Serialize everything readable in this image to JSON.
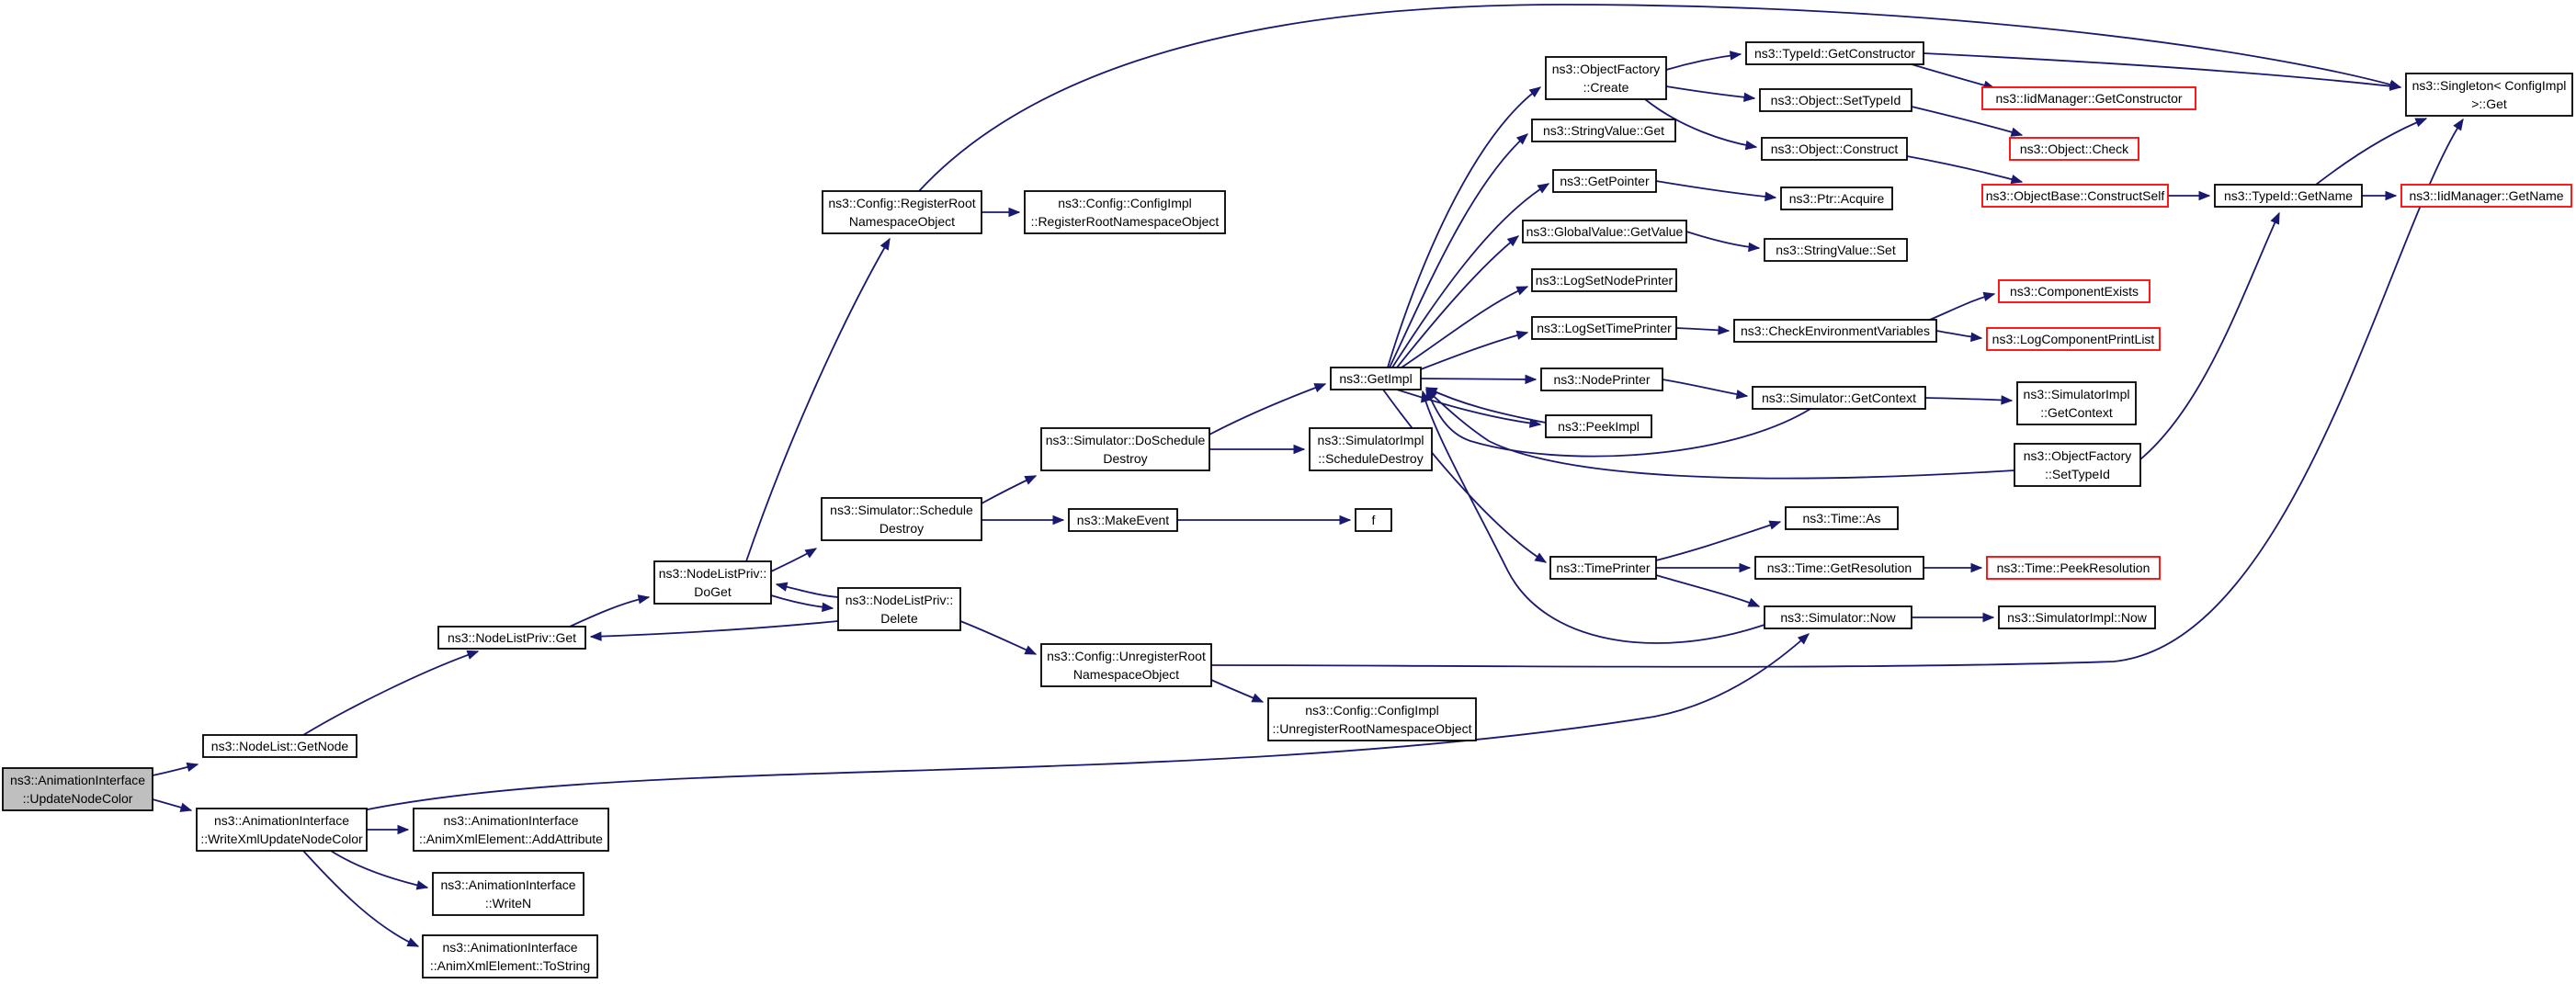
{
  "colors": {
    "edge": "#191970",
    "node_border": "#000000",
    "truncated_border": "#ff0000",
    "root_fill": "#bfbfbf",
    "background": "#ffffff"
  },
  "nodes": {
    "root": [
      "ns3::AnimationInterface",
      "::UpdateNodeColor"
    ],
    "nodelist_getnode": [
      "ns3::NodeList::GetNode"
    ],
    "writexml": [
      "ns3::AnimationInterface",
      "::WriteXmlUpdateNodeColor"
    ],
    "nlp_get": [
      "ns3::NodeListPriv::Get"
    ],
    "addattr": [
      "ns3::AnimationInterface",
      "::AnimXmlElement::AddAttribute"
    ],
    "writen": [
      "ns3::AnimationInterface",
      "::WriteN"
    ],
    "tostring": [
      "ns3::AnimationInterface",
      "::AnimXmlElement::ToString"
    ],
    "doget": [
      "ns3::NodeListPriv::",
      "DoGet"
    ],
    "delete": [
      "ns3::NodeListPriv::",
      "Delete"
    ],
    "regroot": [
      "ns3::Config::RegisterRoot",
      "NamespaceObject"
    ],
    "sched_destroy": [
      "ns3::Simulator::Schedule",
      "Destroy"
    ],
    "cfgimpl_reg": [
      "ns3::Config::ConfigImpl",
      "::RegisterRootNamespaceObject"
    ],
    "unreg": [
      "ns3::Config::UnregisterRoot",
      "NamespaceObject"
    ],
    "do_sched_destroy": [
      "ns3::Simulator::DoSchedule",
      "Destroy"
    ],
    "makeevent": [
      "ns3::MakeEvent"
    ],
    "cfgimpl_unreg": [
      "ns3::Config::ConfigImpl",
      "::UnregisterRootNamespaceObject"
    ],
    "simimpl_sched_destroy": [
      "ns3::SimulatorImpl",
      "::ScheduleDestroy"
    ],
    "f": [
      "f"
    ],
    "getimpl": [
      "ns3::GetImpl"
    ],
    "objfactory_create": [
      "ns3::ObjectFactory",
      "::Create"
    ],
    "stringvalue_get": [
      "ns3::StringValue::Get"
    ],
    "getpointer": [
      "ns3::GetPointer"
    ],
    "globalvalue_getvalue": [
      "ns3::GlobalValue::GetValue"
    ],
    "logsetnodeprinter": [
      "ns3::LogSetNodePrinter"
    ],
    "logsettimeprinter": [
      "ns3::LogSetTimePrinter"
    ],
    "nodeprinter": [
      "ns3::NodePrinter"
    ],
    "peekimpl": [
      "ns3::PeekImpl"
    ],
    "timeprinter": [
      "ns3::TimePrinter"
    ],
    "typeid_getconstructor": [
      "ns3::TypeId::GetConstructor"
    ],
    "object_settypeid": [
      "ns3::Object::SetTypeId"
    ],
    "object_construct": [
      "ns3::Object::Construct"
    ],
    "ptr_acquire": [
      "ns3::Ptr::Acquire"
    ],
    "stringvalue_set": [
      "ns3::StringValue::Set"
    ],
    "check_env": [
      "ns3::CheckEnvironmentVariables"
    ],
    "sim_getcontext": [
      "ns3::Simulator::GetContext"
    ],
    "objfactory_settypeid": [
      "ns3::ObjectFactory",
      "::SetTypeId"
    ],
    "time_as": [
      "ns3::Time::As"
    ],
    "time_getresolution": [
      "ns3::Time::GetResolution"
    ],
    "sim_now": [
      "ns3::Simulator::Now"
    ],
    "iid_getconstructor": [
      "ns3::IidManager::GetConstructor"
    ],
    "object_check": [
      "ns3::Object::Check"
    ],
    "objbase_constructself": [
      "ns3::ObjectBase::ConstructSelf"
    ],
    "componentexists": [
      "ns3::ComponentExists"
    ],
    "logcomponentprintlist": [
      "ns3::LogComponentPrintList"
    ],
    "simimpl_getcontext": [
      "ns3::SimulatorImpl",
      "::GetContext"
    ],
    "time_peekresolution": [
      "ns3::Time::PeekResolution"
    ],
    "simimpl_now": [
      "ns3::SimulatorImpl::Now"
    ],
    "typeid_getname": [
      "ns3::TypeId::GetName"
    ],
    "singleton_get": [
      "ns3::Singleton< ConfigImpl",
      " >::Get"
    ],
    "iid_getname": [
      "ns3::IidManager::GetName"
    ]
  }
}
